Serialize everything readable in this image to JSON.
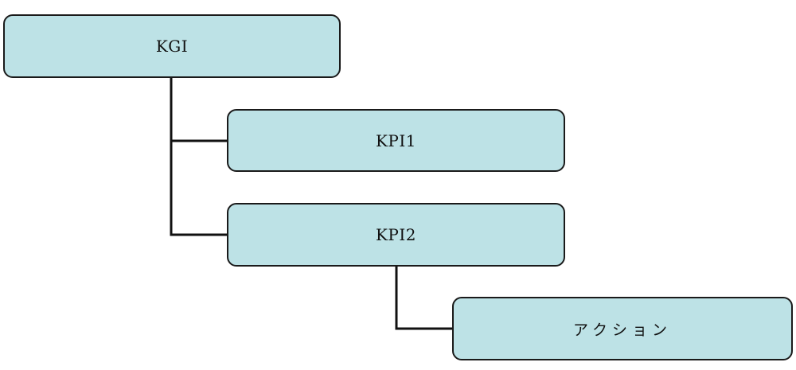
{
  "diagram": {
    "nodes": {
      "kgi": "KGI",
      "kpi1": "KPI1",
      "kpi2": "KPI2",
      "action": "アクション"
    },
    "edges": [
      [
        "KGI",
        "KPI1"
      ],
      [
        "KGI",
        "KPI2"
      ],
      [
        "KPI2",
        "アクション"
      ]
    ],
    "colors": {
      "node_fill": "#bde2e6",
      "node_border": "#1a1a1a",
      "connector": "#111111"
    }
  }
}
